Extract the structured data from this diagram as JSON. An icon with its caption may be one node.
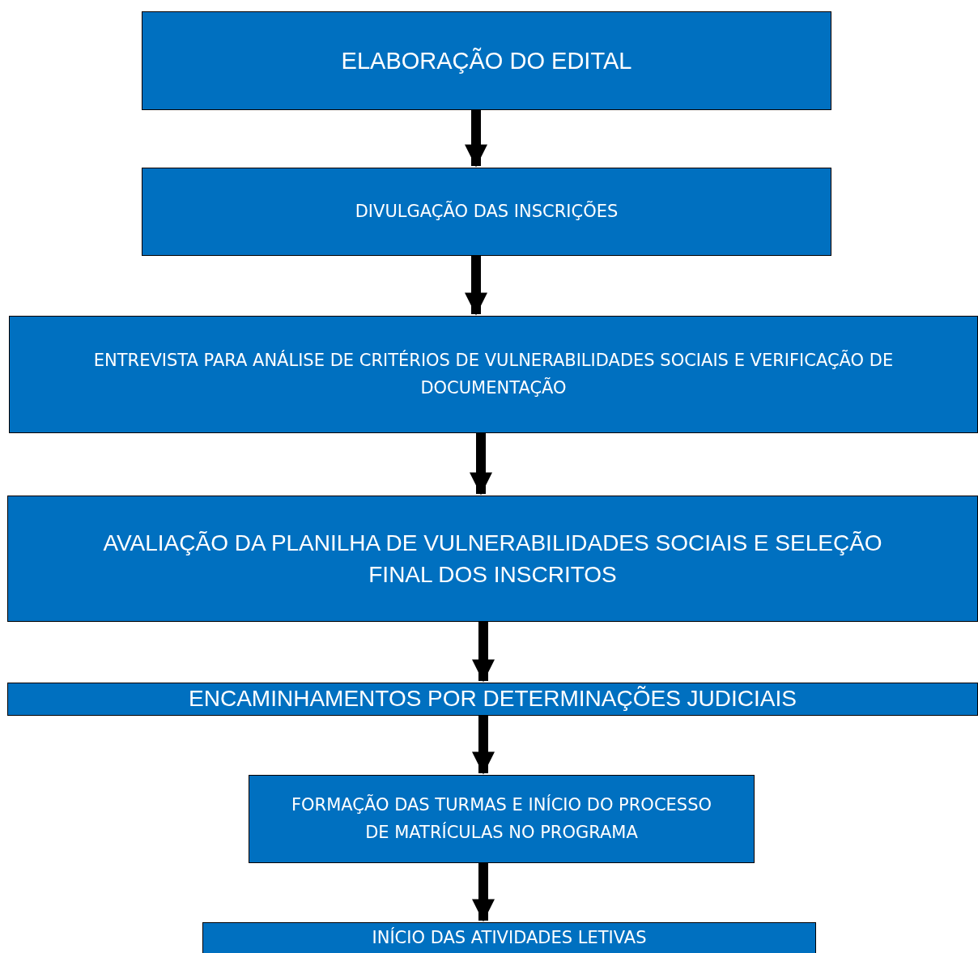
{
  "diagram": {
    "nodes": [
      {
        "text": [
          "ELABORAÇÃO DO EDITAL"
        ]
      },
      {
        "text": [
          "DIVULGAÇÃO DAS INSCRIÇÕES"
        ]
      },
      {
        "text": [
          "ENTREVISTA PARA ANÁLISE DE CRITÉRIOS DE VULNERABILIDADES SOCIAIS E VERIFICAÇÃO DE DOCUMENTAÇÃO"
        ]
      },
      {
        "text": [
          "AVALIAÇÃO DA PLANILHA DE VULNERABILIDADES SOCIAIS E SELEÇÃO FINAL DOS INSCRITOS"
        ]
      },
      {
        "text": [
          "ENCAMINHAMENTOS POR DETERMINAÇÕES JUDICIAIS"
        ]
      },
      {
        "text": [
          "FORMAÇÃO DAS TURMAS E INÍCIO DO PROCESSO DE MATRÍCULAS NO PROGRAMA"
        ]
      },
      {
        "text": [
          "INÍCIO DAS ATIVIDADES LETIVAS"
        ]
      }
    ],
    "edges": [
      {
        "from": 0,
        "to": 1,
        "arrow": "to"
      },
      {
        "from": 1,
        "to": 2,
        "arrow": "to"
      },
      {
        "from": 2,
        "to": 3,
        "arrow": "to"
      },
      {
        "from": 3,
        "to": 4,
        "arrow": "to"
      },
      {
        "from": 4,
        "to": 5,
        "arrow": "to"
      },
      {
        "from": 5,
        "to": 6,
        "arrow": "to"
      }
    ]
  }
}
